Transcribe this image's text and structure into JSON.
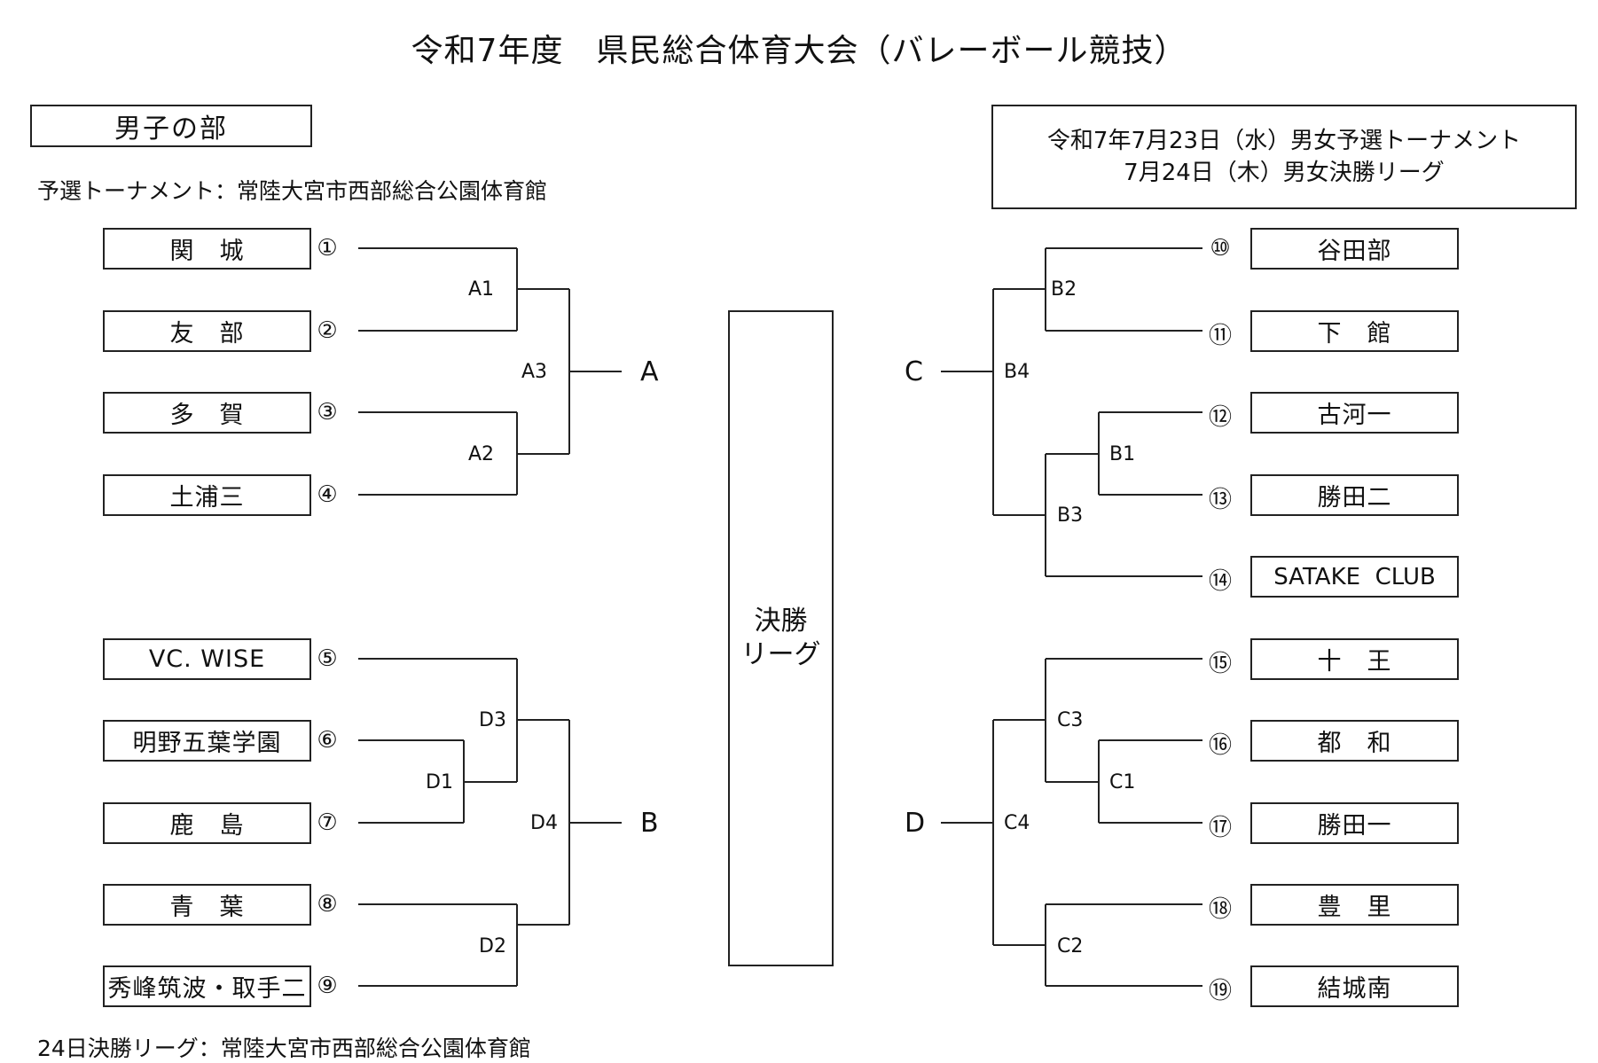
{
  "title": "令和7年度　県民総合体育大会（バレーボール競技）",
  "division": "男子の部",
  "venue_prelim": "予選トーナメント：常陸大宮市西部総合公園体育館",
  "venue_final": "24日決勝リーグ：常陸大宮市西部総合公園体育館",
  "schedule": {
    "line1": "令和7年7月23日（水）男女予選トーナメント",
    "line2": "7月24日（木）男女決勝リーグ"
  },
  "final_league": {
    "line1": "決勝",
    "line2": "リーグ"
  },
  "left_teams": [
    {
      "num": "①",
      "name": "関　城"
    },
    {
      "num": "②",
      "name": "友　部"
    },
    {
      "num": "③",
      "name": "多　賀"
    },
    {
      "num": "④",
      "name": "土浦三"
    },
    {
      "num": "⑤",
      "name": "VC. WISE"
    },
    {
      "num": "⑥",
      "name": "明野五葉学園"
    },
    {
      "num": "⑦",
      "name": "鹿　島"
    },
    {
      "num": "⑧",
      "name": "青　葉"
    },
    {
      "num": "⑨",
      "name": "秀峰筑波・取手二"
    }
  ],
  "right_teams": [
    {
      "num": "⑩",
      "name": "谷田部"
    },
    {
      "num": "⑪",
      "name": "下　館"
    },
    {
      "num": "⑫",
      "name": "古河一"
    },
    {
      "num": "⑬",
      "name": "勝田二"
    },
    {
      "num": "⑭",
      "name": "SATAKE  CLUB"
    },
    {
      "num": "⑮",
      "name": "十　王"
    },
    {
      "num": "⑯",
      "name": "都　和"
    },
    {
      "num": "⑰",
      "name": "勝田一"
    },
    {
      "num": "⑱",
      "name": "豊　里"
    },
    {
      "num": "⑲",
      "name": "結城南"
    }
  ],
  "game_labels": {
    "A1": "A1",
    "A2": "A2",
    "A3": "A3",
    "D1": "D1",
    "D2": "D2",
    "D3": "D3",
    "D4": "D4",
    "B1": "B1",
    "B2": "B2",
    "B3": "B3",
    "B4": "B4",
    "C1": "C1",
    "C2": "C2",
    "C3": "C3",
    "C4": "C4"
  },
  "block_labels": {
    "A": "A",
    "B": "B",
    "C": "C",
    "D": "D"
  }
}
